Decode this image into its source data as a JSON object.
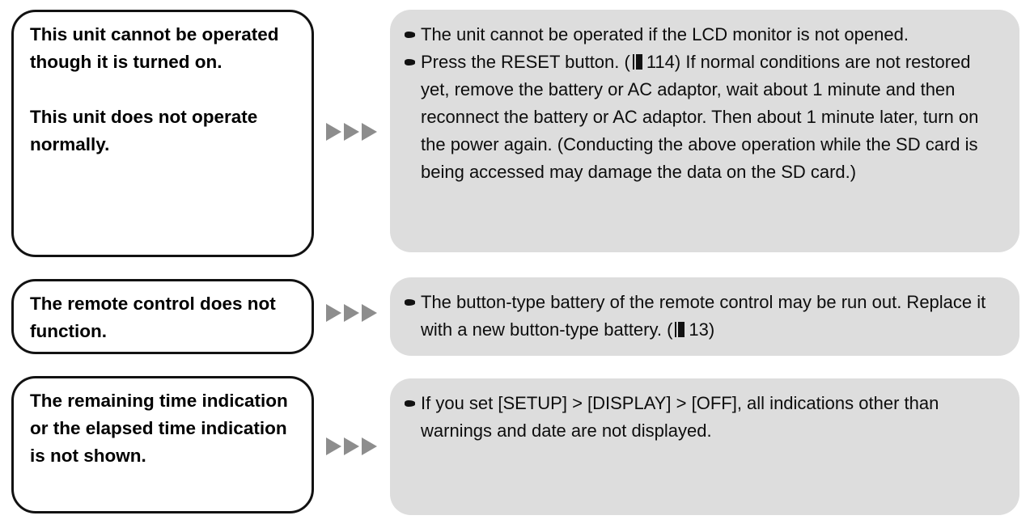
{
  "colors": {
    "solution_box_bg": "#dddddd",
    "problem_box_border": "#121212",
    "arrow_gray": "#8d8d8d",
    "text": "#000000"
  },
  "icons": {
    "row_connector": "triple-right-triangles",
    "list_marker": "teardrop-bullet",
    "page_reference": "page-reference-bar"
  },
  "rows": [
    {
      "problem": {
        "paragraphs": [
          "This unit cannot be operated though it is turned on.",
          "This unit does not operate normally."
        ]
      },
      "solutions": [
        {
          "pre": "The unit cannot be operated if the LCD monitor is not opened."
        },
        {
          "pre": "Press the RESET button. (",
          "page_ref": "114",
          "post": ") If normal conditions are not restored yet, remove the battery or AC adaptor, wait about 1 minute and then reconnect the battery or AC adaptor. Then about 1 minute later, turn on the power again. (Conducting the above operation while the SD card is being accessed may damage the data on the SD card.)"
        }
      ]
    },
    {
      "problem": {
        "paragraphs": [
          "The remote control does not function."
        ]
      },
      "solutions": [
        {
          "pre": "The button-type battery of the remote control may be run out. Replace it with a new button-type battery. (",
          "page_ref": "13",
          "post": ")"
        }
      ]
    },
    {
      "problem": {
        "paragraphs": [
          "The remaining time indication or the elapsed time indication is not shown."
        ]
      },
      "solutions": [
        {
          "pre": "If you set [SETUP] > [DISPLAY] > [OFF], all indications other than warnings and date are not displayed."
        }
      ]
    }
  ]
}
